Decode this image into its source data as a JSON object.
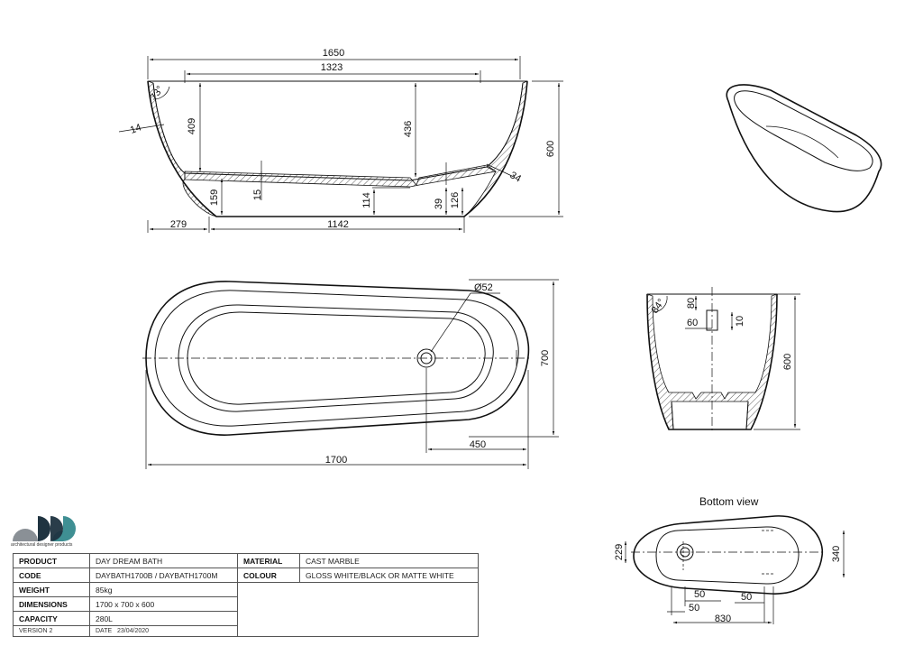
{
  "brand": {
    "caption": "architectural designer products",
    "colors": {
      "teal": "#3f8f93",
      "dark": "#1f3340",
      "grey": "#8a9096"
    }
  },
  "drawing": {
    "side_view": {
      "dims": [
        "1650",
        "1323",
        "409",
        "436",
        "600",
        "73°",
        "14",
        "34",
        "15",
        "159",
        "114",
        "39",
        "126",
        "279",
        "1142"
      ]
    },
    "plan_view": {
      "dims": [
        "Ø52",
        "700",
        "450",
        "1700"
      ]
    },
    "end_view": {
      "dims": [
        "84°",
        "80",
        "60",
        "10",
        "600"
      ]
    },
    "bottom_view": {
      "title": "Bottom view",
      "dims": [
        "229",
        "340",
        "50",
        "50",
        "50",
        "830"
      ]
    }
  },
  "spec": {
    "product_label": "PRODUCT",
    "product": "DAY DREAM BATH",
    "material_label": "MATERIAL",
    "material": "CAST MARBLE",
    "code_label": "CODE",
    "code": "DAYBATH1700B / DAYBATH1700M",
    "colour_label": "COLOUR",
    "colour": "GLOSS WHITE/BLACK OR MATTE WHITE",
    "weight_label": "WEIGHT",
    "weight": "85kg",
    "dimensions_label": "DIMENSIONS",
    "dimensions": "1700 x 700 x 600",
    "capacity_label": "CAPACITY",
    "capacity": "280L",
    "version": "VERSION 2",
    "date_label": "DATE",
    "date": "23/04/2020"
  }
}
